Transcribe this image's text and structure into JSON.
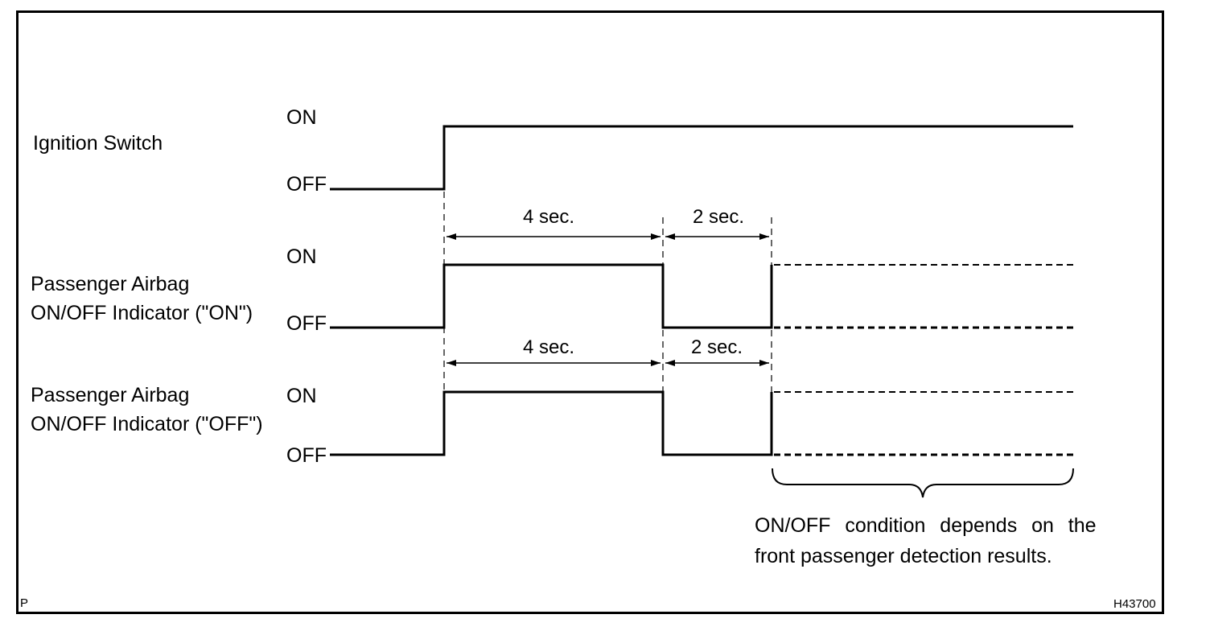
{
  "signals": [
    {
      "name": "Ignition Switch",
      "on_label": "ON",
      "off_label": "OFF"
    },
    {
      "name_line1": "Passenger Airbag",
      "name_line2": "ON/OFF Indicator (\"ON\")",
      "on_label": "ON",
      "off_label": "OFF"
    },
    {
      "name_line1": "Passenger Airbag",
      "name_line2": "ON/OFF Indicator (\"OFF\")",
      "on_label": "ON",
      "off_label": "OFF"
    }
  ],
  "intervals": [
    {
      "first": "4 sec.",
      "second": "2 sec."
    },
    {
      "first": "4 sec.",
      "second": "2 sec."
    }
  ],
  "note": {
    "line1": "ON/OFF  condition  depends  on  the",
    "line2": "front passenger detection results."
  },
  "corner_mark": "P",
  "figure_id": "H43700"
}
